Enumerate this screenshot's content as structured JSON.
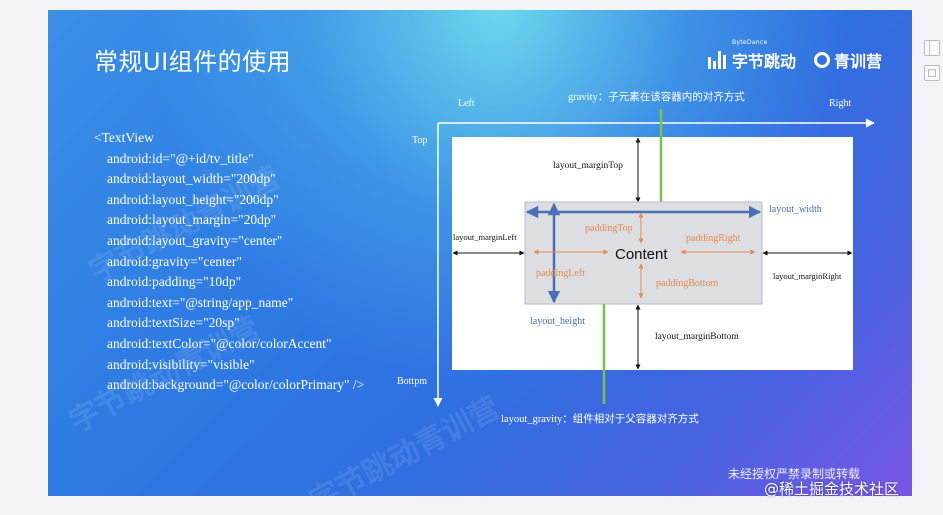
{
  "slide": {
    "title": "常规UI组件的使用",
    "logo_bytedance": {
      "sub": "ByteDance",
      "name": "字节跳动"
    },
    "logo_camp": {
      "name": "青训营"
    },
    "watermark_text": "字节跳动青训营",
    "code_lines": [
      "<TextView",
      "android:id=\"@+id/tv_title\"",
      "android:layout_width=\"200dp\"",
      "android:layout_height=\"200dp\"",
      "android:layout_margin=\"20dp\"",
      "android:layout_gravity=\"center\"",
      "android:gravity=\"center\"",
      "android:padding=\"10dp\"",
      "android:text=\"@string/app_name\"",
      "android:textSize=\"20sp\"",
      "android:textColor=\"@color/colorAccent\"",
      "android:visibility=\"visible\"",
      "android:background=\"@color/colorPrimary\" />"
    ],
    "diagram": {
      "gravity_title": "gravity：子元素在该容器内的对齐方式",
      "left": "Left",
      "right": "Right",
      "top": "Top",
      "bottom": "Bottpm",
      "layout_marginTop": "layout_marginTop",
      "layout_marginLeft": "layout_marginLeft",
      "layout_marginRight": "layout_marginRight",
      "layout_marginBottom": "layout_marginBottom",
      "layout_width": "layout_width",
      "layout_height": "layout_height",
      "paddingTop": "paddingTop",
      "paddingLeft": "paddingLeft",
      "paddingRight": "paddingRight",
      "paddingBottom": "paddingBottom",
      "content": "Content",
      "layout_gravity_title": "layout_gravity：组件相对于父容器对齐方式"
    },
    "footer_copyright": "未经授权严禁录制或转载",
    "colors": {
      "dimension_blue": "#4a6fb5",
      "padding_orange": "#e58a4e",
      "gravity_green": "#7bc24a"
    }
  },
  "site_watermark": "@稀土掘金技术社区",
  "side_tools": {
    "icons": [
      "layout-panel-icon",
      "expand-icon"
    ]
  }
}
